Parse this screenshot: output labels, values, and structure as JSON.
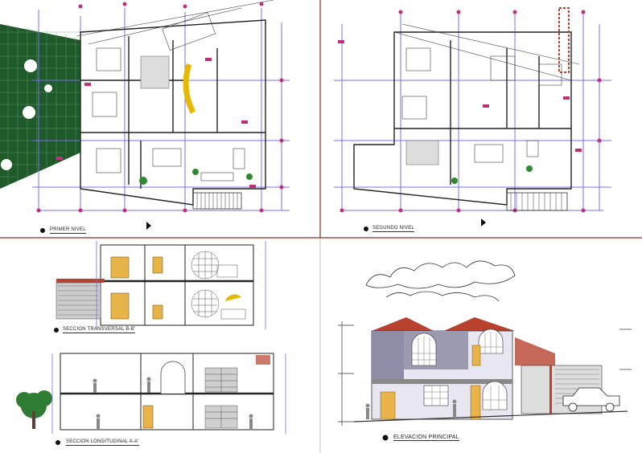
{
  "drawings": {
    "plan_first": {
      "title": "PRIMER NIVEL"
    },
    "plan_second": {
      "title": "SEGUNDO NIVEL"
    },
    "section_transverse": {
      "title": "SECCION TRANSVERSAL B-B'"
    },
    "section_longitudinal": {
      "title": "SECCION LONGITUDINAL A-A'"
    },
    "elevation": {
      "title": "ELEVACION PRINCIPAL"
    }
  },
  "colors": {
    "divider": "#8b2a1e",
    "dimension": "#7b6cf0",
    "grid_marker": "#c0307a",
    "garden": "#1f5a2a",
    "roof_tile": "#b8422e",
    "wall_fill": "#8e8ca6"
  }
}
